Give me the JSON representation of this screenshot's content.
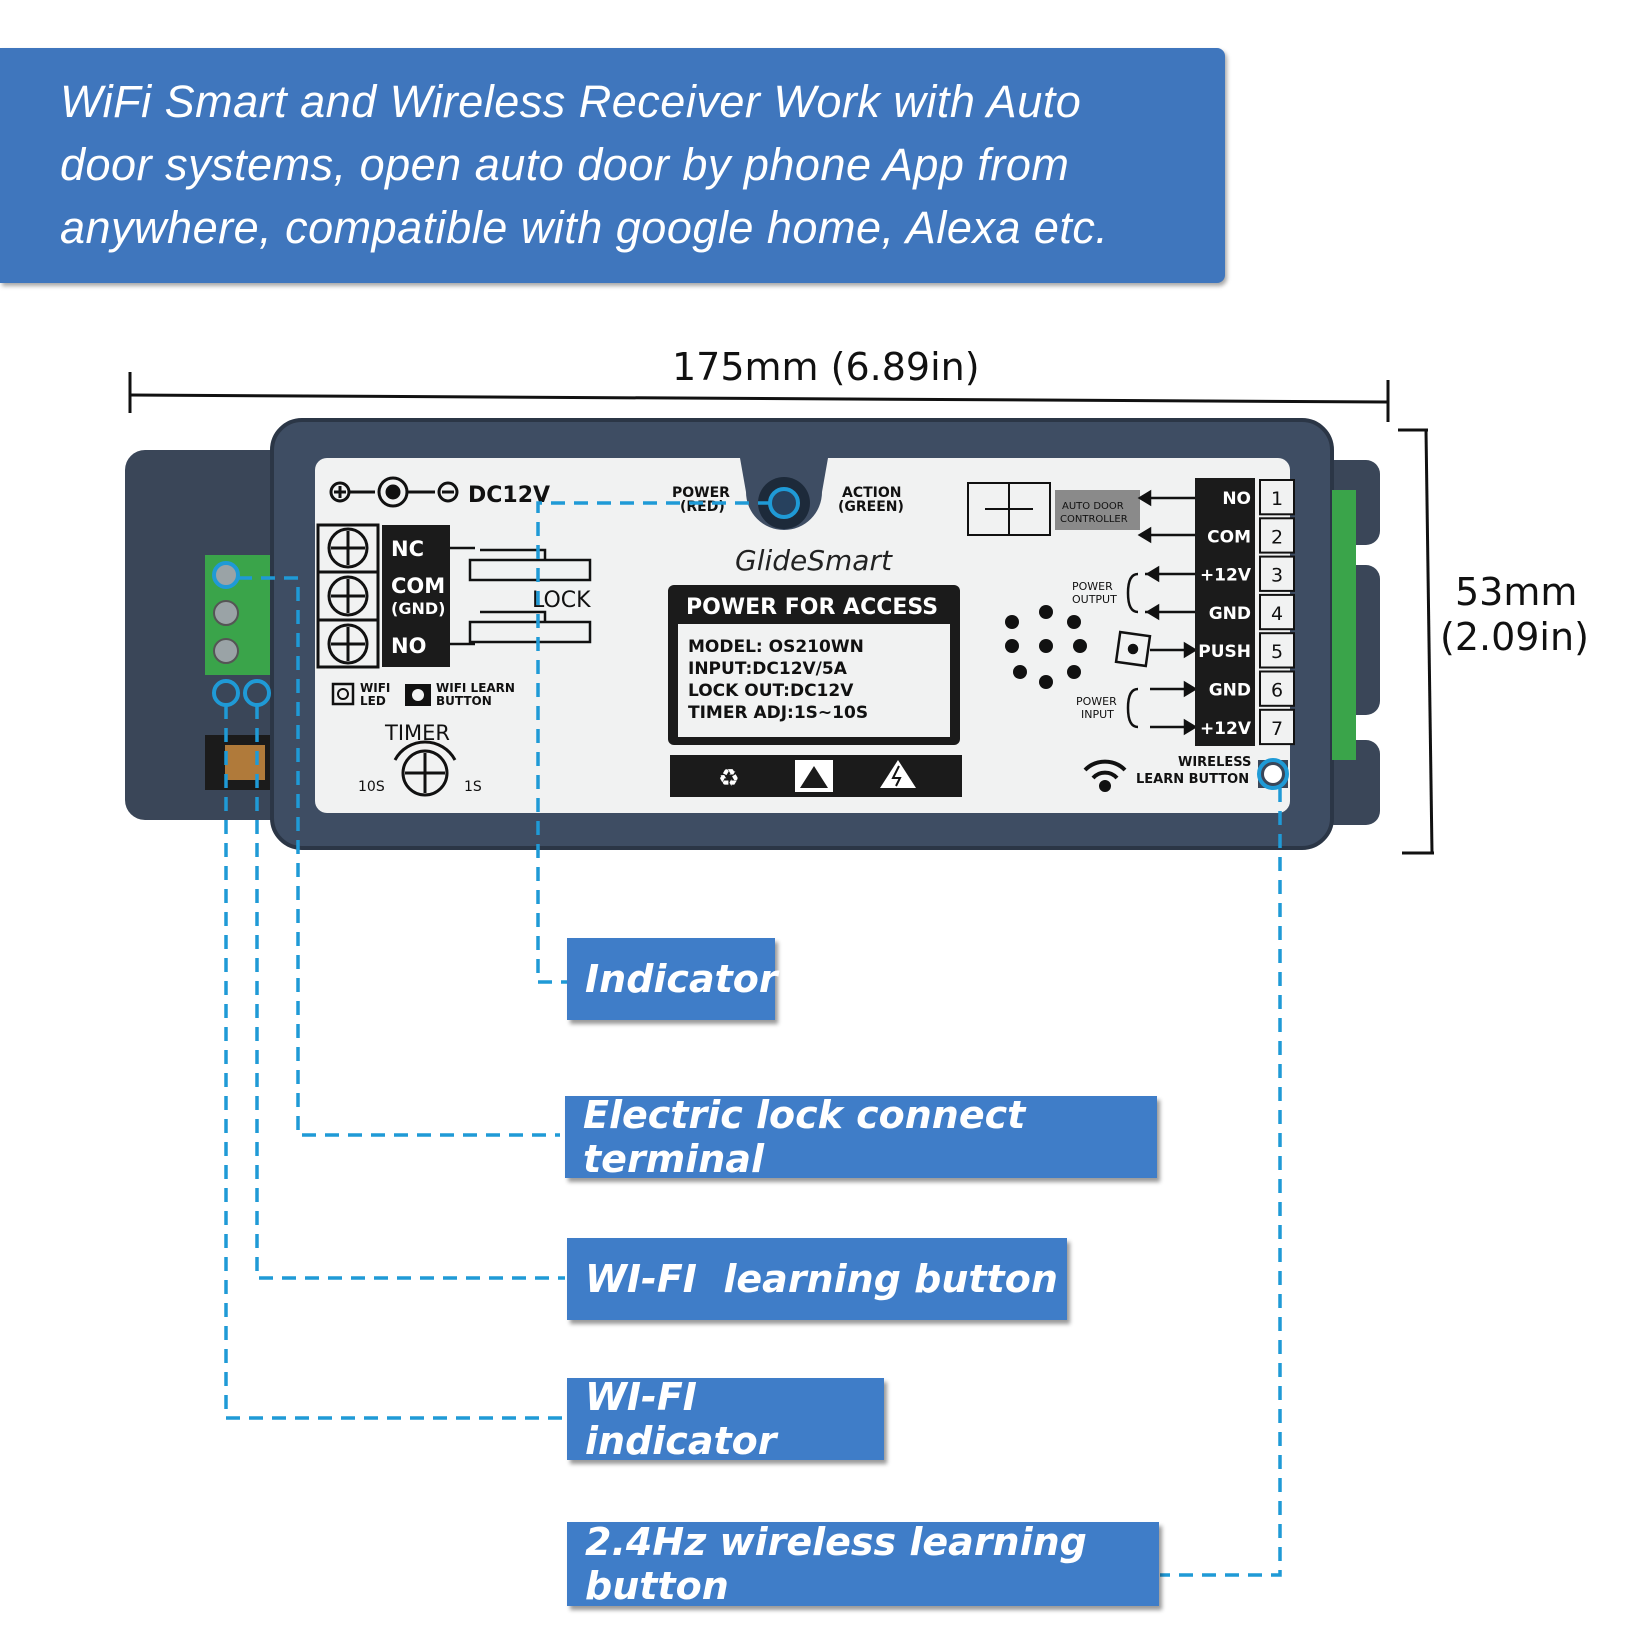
{
  "banner": {
    "line1": "WiFi Smart and Wireless Receiver Work with Auto",
    "line2": "door systems, open auto door by phone App from",
    "line3": "anywhere, compatible with google home, Alexa etc."
  },
  "dimensions": {
    "width": "175mm (6.89in)",
    "height_line1": "53mm",
    "height_line2": "(2.09in)"
  },
  "device": {
    "dc_label": "DC12V",
    "power_label_1": "POWER",
    "power_label_2": "(RED)",
    "action_label_1": "ACTION",
    "action_label_2": "(GREEN)",
    "brand": "GlideSmart",
    "relay_nc": "NC",
    "relay_com": "COM",
    "relay_gnd": "(GND)",
    "relay_no": "NO",
    "lock": "LOCK",
    "wifi_led_1": "WIFI",
    "wifi_led_2": "LED",
    "wifi_learn_1": "WIFI LEARN",
    "wifi_learn_2": "BUTTON",
    "timer": "TIMER",
    "timer_left": "10S",
    "timer_right": "1S",
    "label_title": "POWER FOR ACCESS",
    "model": "MODEL: OS210WN",
    "input": "INPUT:DC12V/5A",
    "lock_out": "LOCK OUT:DC12V",
    "timer_adj": "TIMER ADJ:1S~10S",
    "auto_door_1": "AUTO DOOR",
    "auto_door_2": "CONTROLLER",
    "power_output_1": "POWER",
    "power_output_2": "OUTPUT",
    "power_input_1": "POWER",
    "power_input_2": "INPUT",
    "wireless_1": "WIRELESS",
    "wireless_2": "LEARN BUTTON",
    "terminals": [
      {
        "name": "NO",
        "num": "1"
      },
      {
        "name": "COM",
        "num": "2"
      },
      {
        "name": "+12V",
        "num": "3"
      },
      {
        "name": "GND",
        "num": "4"
      },
      {
        "name": "PUSH",
        "num": "5"
      },
      {
        "name": "GND",
        "num": "6"
      },
      {
        "name": "+12V",
        "num": "7"
      }
    ]
  },
  "callouts": {
    "indicator": "Indicator",
    "lock_terminal": "Electric lock connect terminal",
    "wifi_learning": "WI-FI  learning button",
    "wifi_indicator": "WI-FI indicator",
    "wireless_learning": "2.4Hz wireless learning button"
  },
  "colors": {
    "banner": "#3f76bd",
    "callout": "#3f7dc8",
    "leader": "#1f9ad6",
    "housing": "#3b4a5e"
  }
}
